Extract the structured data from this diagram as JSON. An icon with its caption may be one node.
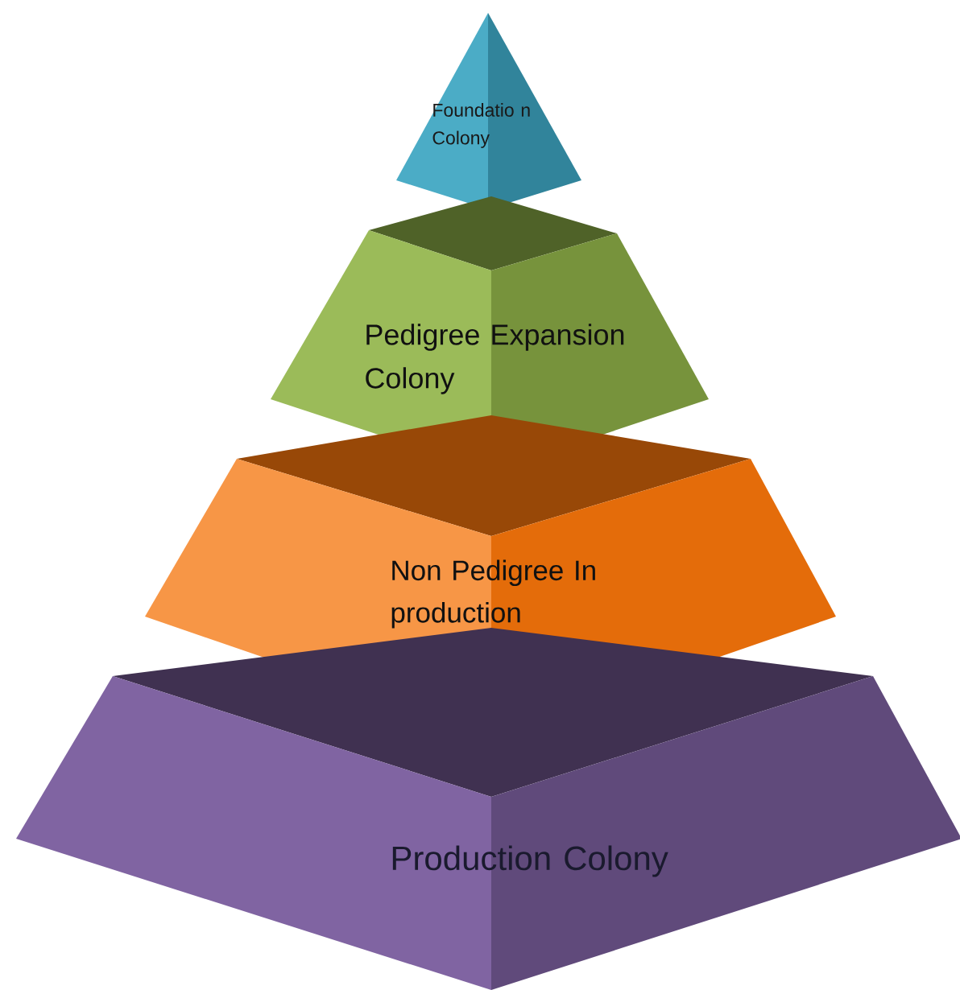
{
  "diagram": {
    "nodes": [
      {
        "text": [
          "Foundatio n Colony"
        ]
      },
      {
        "text": [
          "Pedigree Expansion Colony"
        ]
      },
      {
        "text": [
          "Non Pedigree In production"
        ]
      },
      {
        "text": [
          "Production Colony"
        ]
      }
    ]
  }
}
